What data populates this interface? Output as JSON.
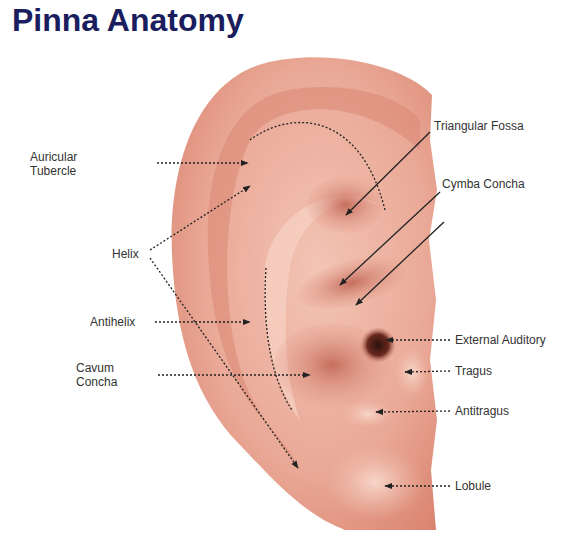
{
  "diagram": {
    "title": "Pinna Anatomy",
    "labels": [
      "Auricular Tubercle",
      "Helix",
      "Antihelix",
      "Cavum Concha",
      "Triangular Fossa",
      "Cymba Concha",
      "External Auditory",
      "Tragus",
      "Antitragus",
      "Lobule"
    ]
  }
}
